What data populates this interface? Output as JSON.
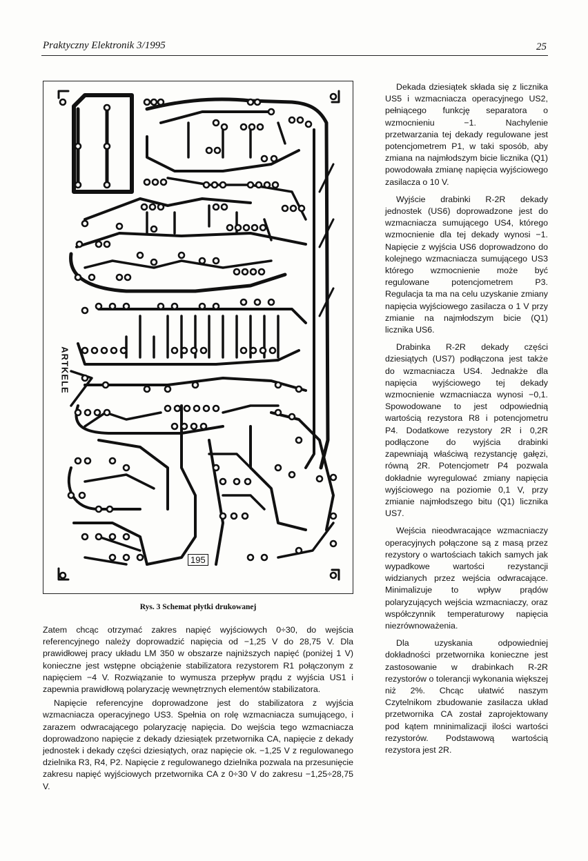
{
  "header": {
    "journal": "Praktyczny Elektronik 3/1995",
    "page_number": "25"
  },
  "figure": {
    "board_label": "ARTKELE",
    "board_number": "195",
    "caption": "Rys. 3 Schemat płytki drukowanej"
  },
  "right_column": {
    "paragraphs": [
      "Dekada dziesiątek składa się z licznika US5 i wzmacniacza operacyjnego US2, pełniącego funkcję separatora o wzmocnieniu −1. Nachylenie przetwarzania tej dekady regulowane jest potencjometrem P1, w taki sposób, aby zmiana na najmłodszym bicie licznika (Q1) powodowała zmianę napięcia wyjściowego zasilacza o 10 V.",
      "Wyjście drabinki R-2R dekady jednostek (US6) doprowadzone jest do wzmacniacza sumującego US4, którego wzmocnienie dla tej dekady wynosi −1. Napięcie z wyjścia US6 doprowadzono do kolejnego wzmacniacza sumującego US3 którego wzmocnienie może być regulowane potencjometrem P3. Regulacja ta ma na celu uzyskanie zmiany napięcia wyjściowego zasilacza o 1 V przy zmianie na najmłodszym bicie (Q1) licznika US6.",
      "Drabinka R-2R dekady części dziesiątych (US7) podłączona jest także do wzmacniacza US4. Jednakże dla napięcia wyjściowego tej dekady wzmocnienie wzmacniacza wynosi −0,1. Spowodowane to jest odpowiednią wartością rezystora R8 i potencjometru P4. Dodatkowe rezystory 2R i 0,2R podłączone do wyjścia drabinki zapewniają właściwą rezystancję gałęzi, równą 2R. Potencjometr P4 pozwala dokładnie wyregulować zmiany napięcia wyjściowego na poziomie 0,1 V, przy zmianie najmłodszego bitu (Q1) licznika US7.",
      "Wejścia nieodwracające wzmacniaczy operacyjnych połączone są z masą przez rezystory o wartościach takich samych jak wypadkowe wartości rezystancji widzianych przez wejścia odwracające. Minimalizuje to wpływ prądów polaryzujących wejścia wzmacniaczy, oraz współczynnik temperaturowy napięcia niezrównoważenia.",
      "Dla uzyskania odpowiedniej dokładności przetwornika konieczne jest zastosowanie w drabinkach R-2R rezystorów o tolerancji wykonania większej niż 2%. Chcąc ułatwić naszym Czytelnikom zbudowanie zasilacza układ przetwornika CA został zaprojektowany pod kątem mninimalizacji ilości wartości rezystorów. Podstawową wartością rezystora jest 2R."
    ]
  },
  "bottom_column": {
    "paragraphs": [
      "Zatem chcąc otrzymać zakres napięć wyjściowych 0÷30, do wejścia referencyjnego należy doprowadzić napięcia od −1,25 V do 28,75 V. Dla prawidłowej pracy układu LM 350 w obszarze najniższych napięć (poniżej 1 V) konieczne jest wstępne obciążenie stabilizatora rezystorem R1 połączonym z napięciem −4 V. Rozwiązanie to wymusza przepływ prądu z wyjścia US1 i zapewnia prawidłową polaryzację wewnętrznych elementów stabilizatora.",
      "Napięcie referencyjne doprowadzone jest do stabilizatora z wyjścia wzmacniacza operacyjnego US3. Spełnia on rolę wzmacniacza sumującego, i zarazem odwracającego polaryzację napięcia. Do wejścia tego wzmacniacza doprowadzono napięcie z dekady dziesiątek przetwornika CA, napięcie z dekady jednostek i dekady części dziesiątych, oraz napięcie ok. −1,25 V z regulowanego dzielnika R3, R4, P2. Napięcie z regulowanego dzielnika pozwala na przesunięcie zakresu napięć wyjściowych przetwornika CA z 0÷30 V do zakresu −1,25÷28,75 V."
    ]
  }
}
